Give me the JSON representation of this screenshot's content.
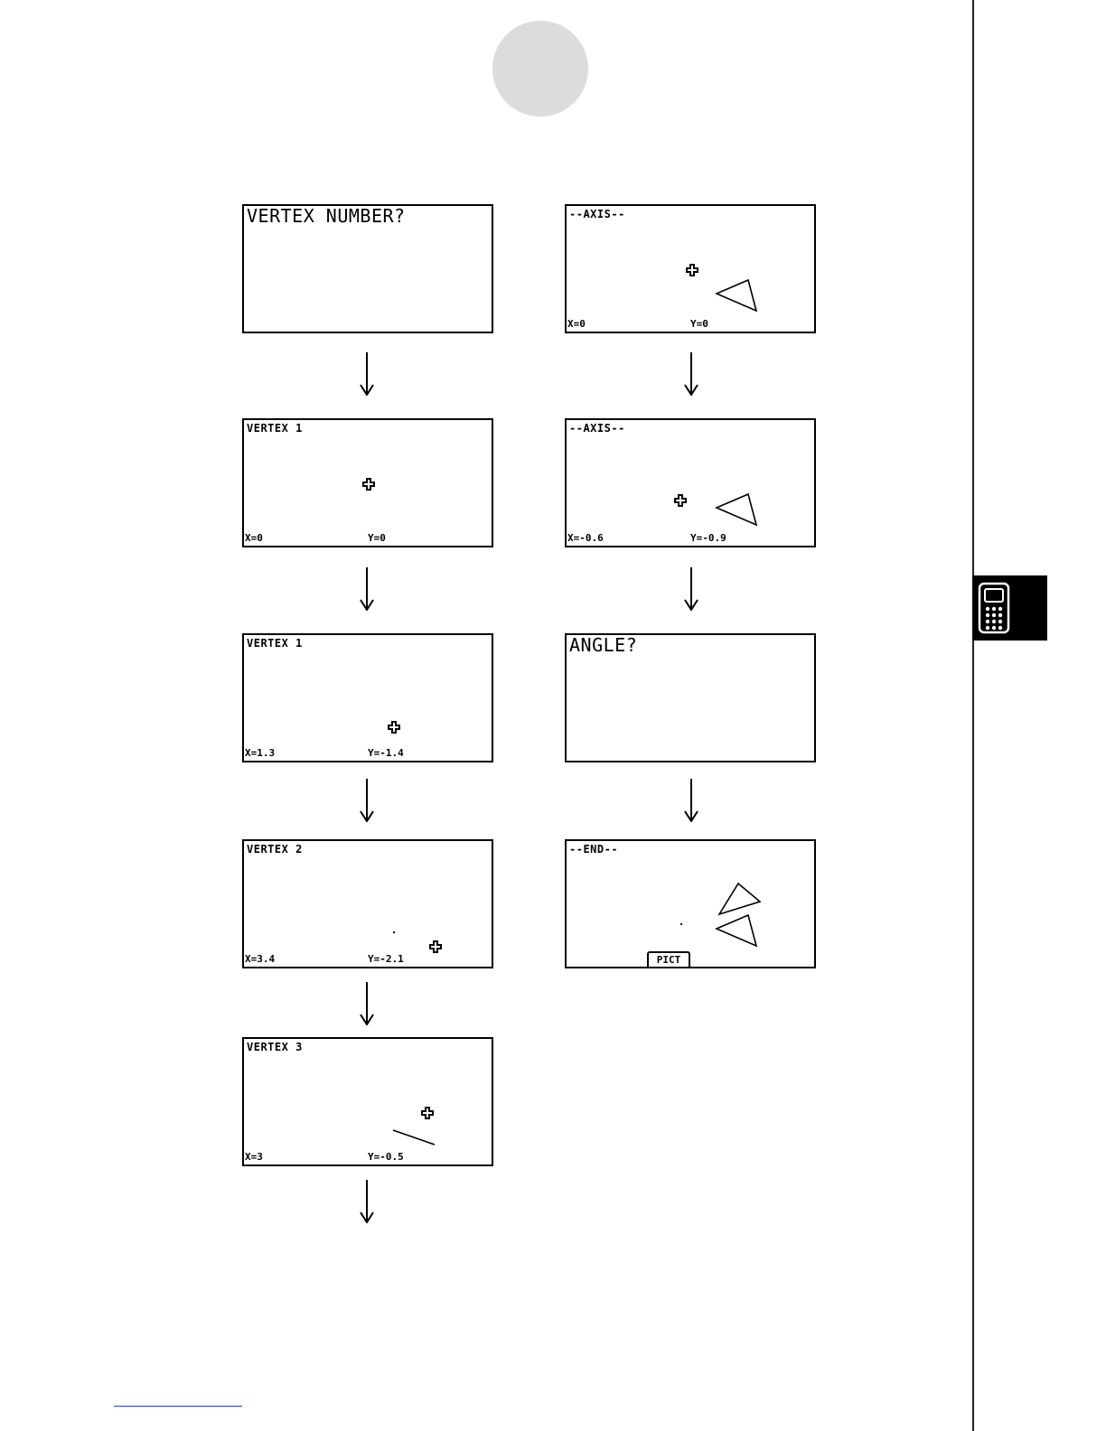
{
  "left_column": [
    {
      "title": "VERTEX NUMBER?",
      "x": "",
      "y": ""
    },
    {
      "title": "VERTEX 1",
      "x": "X=0",
      "y": "Y=0"
    },
    {
      "title": "VERTEX 1",
      "x": "X=1.3",
      "y": "Y=-1.4"
    },
    {
      "title": "VERTEX 2",
      "x": "X=3.4",
      "y": "Y=-2.1"
    },
    {
      "title": "VERTEX 3",
      "x": "X=3",
      "y": "Y=-0.5"
    }
  ],
  "right_column": [
    {
      "title": "--AXIS--",
      "x": "X=0",
      "y": "Y=0"
    },
    {
      "title": "--AXIS--",
      "x": "X=-0.6",
      "y": "Y=-0.9"
    },
    {
      "title": "ANGLE?",
      "x": "",
      "y": ""
    },
    {
      "title": "--END--",
      "x": "",
      "y": "",
      "key": "PICT"
    }
  ],
  "icons": {
    "cursor": "plus-cursor-icon",
    "side_tab": "calculator-icon",
    "arrow": "down-arrow-icon"
  },
  "colors": {
    "screen_border": "#000000",
    "side_tab": "#000000",
    "circle": "#dcdcdc"
  }
}
